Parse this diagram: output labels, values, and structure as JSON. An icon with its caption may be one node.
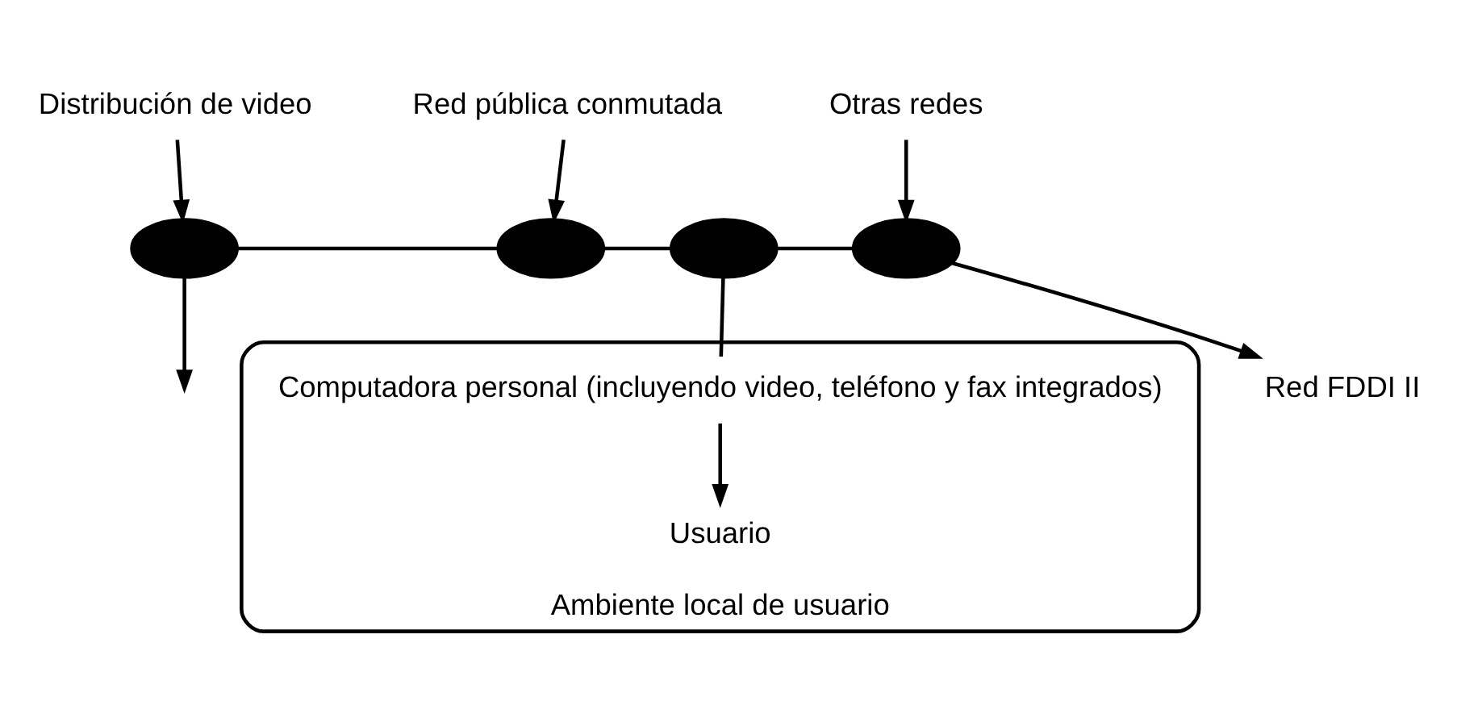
{
  "diagram": {
    "nodes": [
      {
        "text": [
          "Otras redes"
        ]
      },
      {
        "text": [
          "Red pública conmutada"
        ]
      },
      {
        "text": [
          "Distribución de video"
        ]
      },
      {
        "text": [],
        "shape": "ellipse"
      },
      {
        "text": [],
        "shape": "ellipse"
      },
      {
        "text": [],
        "shape": "ellipse"
      },
      {
        "text": [],
        "shape": "ellipse"
      },
      {
        "text": [
          "Red FDDI II"
        ]
      },
      {
        "text": [
          "Ambiente local de usuario"
        ]
      },
      {
        "text": [
          "Computadora personal (incluyendo video, teléfono y fax integrados)"
        ],
        "in": 8
      },
      {
        "text": [
          "Usuario"
        ],
        "in": 8
      }
    ],
    "edges": [
      {
        "from": 0,
        "to": 6,
        "arrow": "to"
      },
      {
        "from": 1,
        "to": 4,
        "arrow": "to"
      },
      {
        "from": 2,
        "to": 3,
        "arrow": "to"
      },
      {
        "from": 3,
        "to": 4,
        "arrow": "none"
      },
      {
        "from": 4,
        "to": 5,
        "arrow": "none"
      },
      {
        "from": 5,
        "to": 6,
        "arrow": "none"
      },
      {
        "from": 6,
        "to": 7,
        "arrow": "to"
      },
      {
        "from": 3,
        "to": null,
        "arrow": "to"
      },
      {
        "from": 5,
        "to": 9,
        "arrow": "none"
      },
      {
        "from": 9,
        "to": 10,
        "arrow": "to"
      }
    ]
  }
}
